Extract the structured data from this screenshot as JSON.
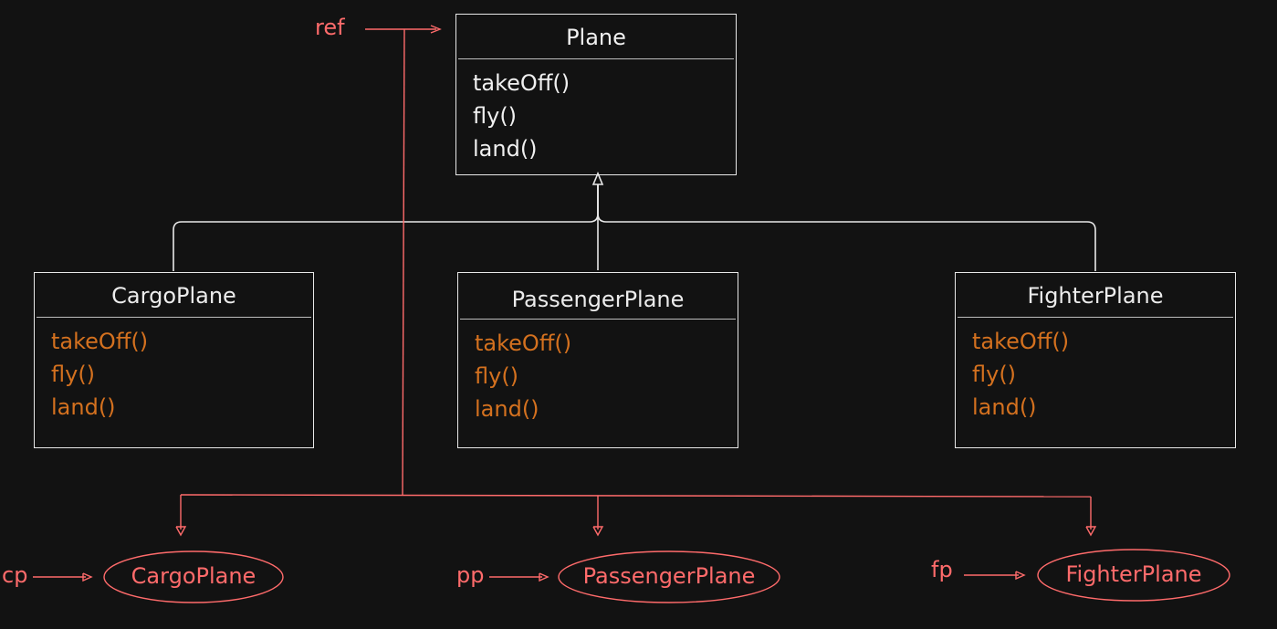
{
  "colors": {
    "background": "#121212",
    "class_stroke": "#e8e8e8",
    "method_highlight": "#d4711f",
    "reference": "#ff6b6b"
  },
  "parent_class": {
    "name": "Plane",
    "methods": [
      "takeOff()",
      "fly()",
      "land()"
    ]
  },
  "child_classes": [
    {
      "name": "CargoPlane",
      "methods": [
        "takeOff()",
        "fly()",
        "land()"
      ]
    },
    {
      "name": "PassengerPlane",
      "methods": [
        "takeOff()",
        "fly()",
        "land()"
      ]
    },
    {
      "name": "FighterPlane",
      "methods": [
        "takeOff()",
        "fly()",
        "land()"
      ]
    }
  ],
  "reference": {
    "label": "ref"
  },
  "objects": [
    {
      "variable": "cp",
      "name": "CargoPlane"
    },
    {
      "variable": "pp",
      "name": "PassengerPlane"
    },
    {
      "variable": "fp",
      "name": "FighterPlane"
    }
  ]
}
